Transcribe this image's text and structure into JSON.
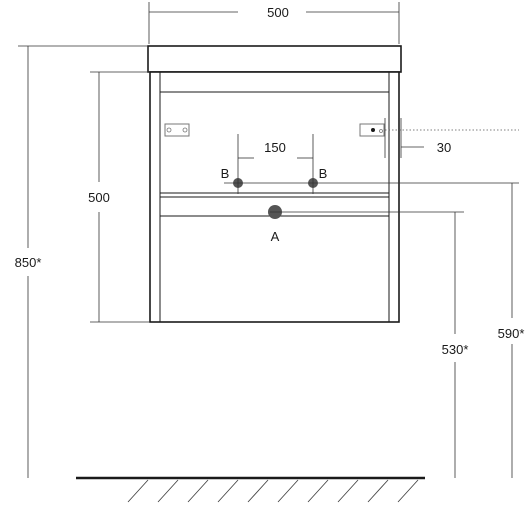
{
  "dimensions": {
    "top_width": "500",
    "cabinet_height": "500",
    "total_height": "850*",
    "pipe_spacing": "150",
    "wall_offset": "30",
    "drain_height": "530*",
    "supply_height": "590*"
  },
  "labels": {
    "drain": "A",
    "supply_left": "B",
    "supply_right": "B"
  },
  "colors": {
    "line": "#1a1a1a",
    "pipe": "#555555",
    "background": "#ffffff"
  }
}
